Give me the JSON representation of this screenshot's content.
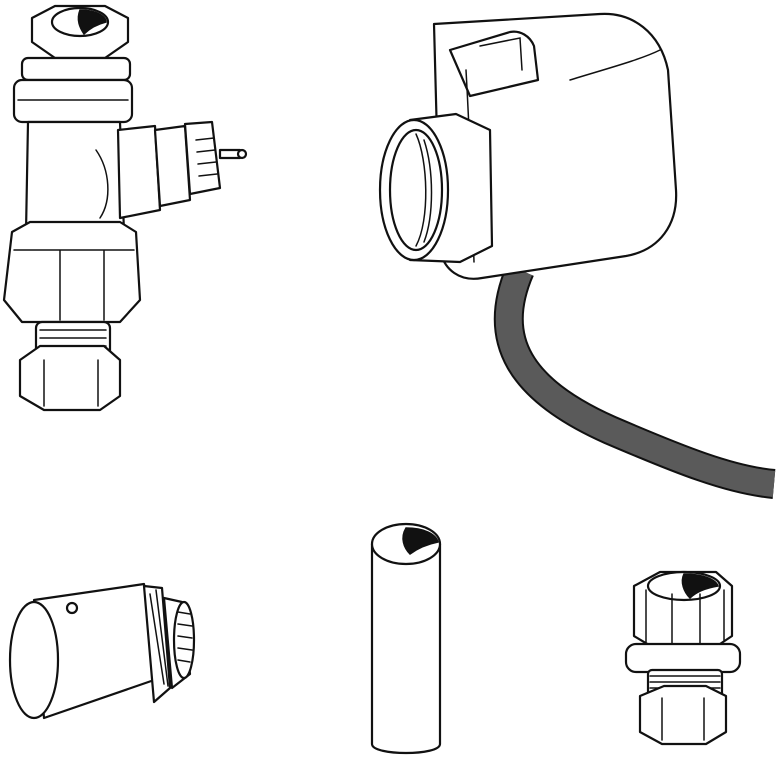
{
  "colors": {
    "background": "#ffffff",
    "outline": "#111111",
    "cable": "#5a5a5a",
    "shading": "#f2f2f2"
  },
  "parts": [
    {
      "id": "valve",
      "icon": "radiator-valve-icon"
    },
    {
      "id": "actuator",
      "icon": "valve-actuator-with-cable-icon"
    },
    {
      "id": "adapter",
      "icon": "threaded-adapter-icon"
    },
    {
      "id": "tube",
      "icon": "tube-insert-icon"
    },
    {
      "id": "gland",
      "icon": "compression-fitting-icon"
    }
  ]
}
